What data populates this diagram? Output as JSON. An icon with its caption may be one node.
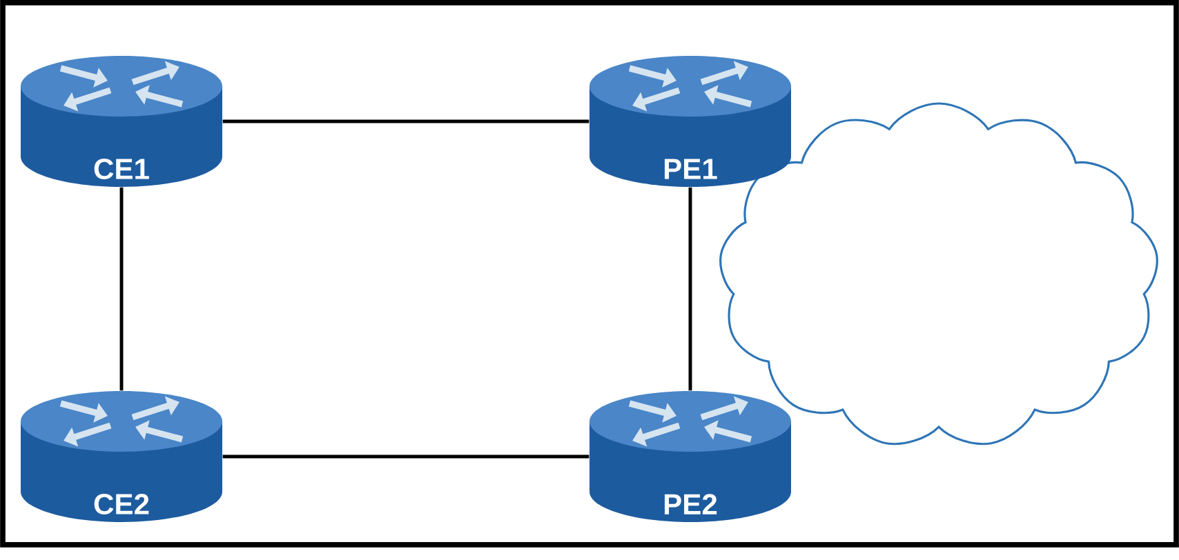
{
  "diagram": {
    "nodes": [
      {
        "text": [
          "CE1"
        ]
      },
      {
        "text": [
          "PE1"
        ]
      },
      {
        "text": [
          "CE2"
        ]
      },
      {
        "text": [
          "PE2"
        ]
      },
      {
        "text": [],
        "shape": "cloud"
      }
    ],
    "edges": [
      {
        "from": 0,
        "to": 1,
        "arrow": "none"
      },
      {
        "from": 0,
        "to": 2,
        "arrow": "none"
      },
      {
        "from": 2,
        "to": 3,
        "arrow": "none"
      },
      {
        "from": 1,
        "to": 3,
        "arrow": "none"
      }
    ]
  }
}
